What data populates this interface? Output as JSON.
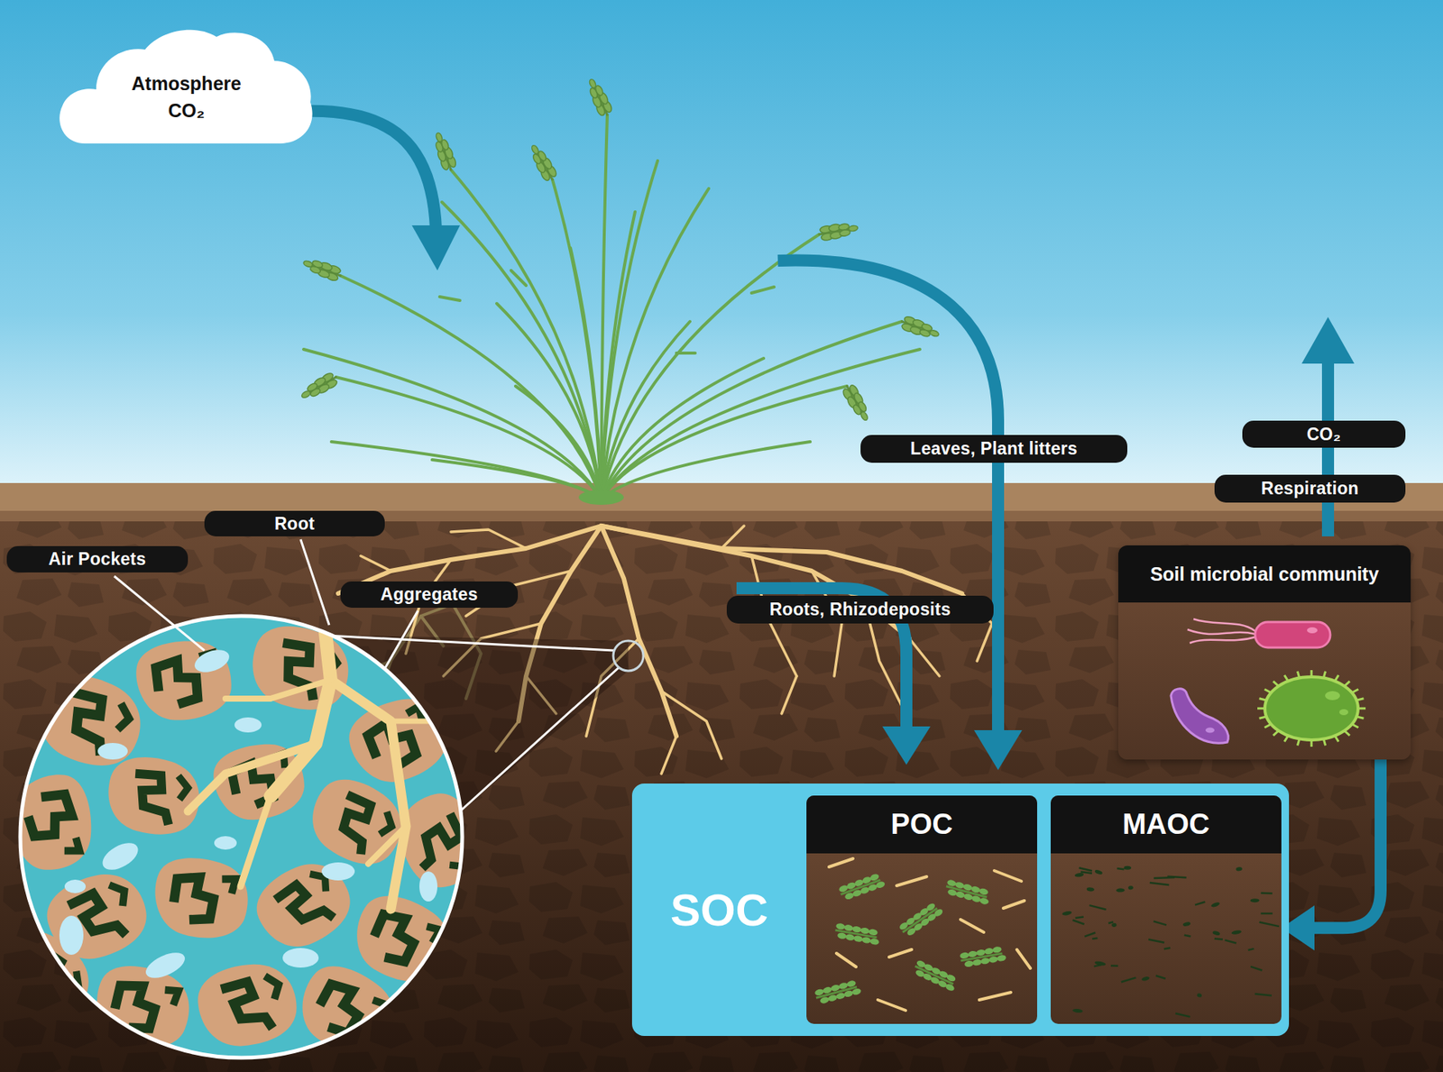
{
  "diagram": {
    "nodes": [
      {
        "text": [
          "Atmosphere CO₂"
        ]
      },
      {
        "text": [
          "Leaves, Plant litters"
        ]
      },
      {
        "text": [
          "CO₂"
        ]
      },
      {
        "text": [
          "Respiration"
        ]
      },
      {
        "text": [
          "Root"
        ]
      },
      {
        "text": [
          "Air Pockets"
        ]
      },
      {
        "text": [
          "Aggregates"
        ]
      },
      {
        "text": [
          "Soil microbial community"
        ]
      },
      {
        "text": [
          "Roots, Rhizodeposits"
        ]
      },
      {
        "text": [
          "SOC"
        ]
      },
      {
        "text": [
          "POC"
        ],
        "in": 9
      },
      {
        "text": [
          "MAOC"
        ],
        "in": 9
      }
    ],
    "edges": [
      {
        "from": 7,
        "to": 11,
        "arrow": "to"
      }
    ]
  }
}
